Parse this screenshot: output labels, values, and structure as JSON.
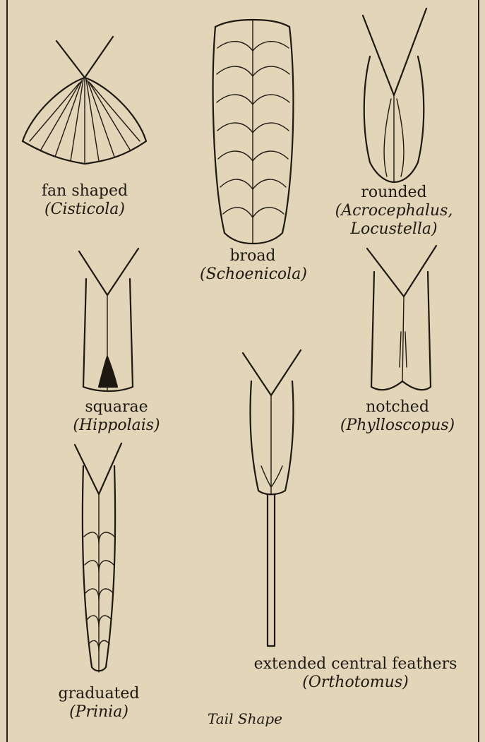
{
  "caption": "Tail Shape",
  "tails": [
    {
      "id": "fan",
      "name": "fan shaped",
      "genus": "(Cisticola)"
    },
    {
      "id": "broad",
      "name": "broad",
      "genus": "(Schoenicola)"
    },
    {
      "id": "rounded",
      "name": "rounded",
      "genus": "(Acrocephalus,",
      "genus_cont": "Locustella)"
    },
    {
      "id": "square",
      "name": "squarae",
      "genus": "(Hippolais)"
    },
    {
      "id": "notched",
      "name": "notched",
      "genus": "(Phylloscopus)"
    },
    {
      "id": "graduated",
      "name": "graduated",
      "genus": "(Prinia)"
    },
    {
      "id": "extended",
      "name": "extended central feathers",
      "genus": "(Orthotomus)"
    }
  ]
}
